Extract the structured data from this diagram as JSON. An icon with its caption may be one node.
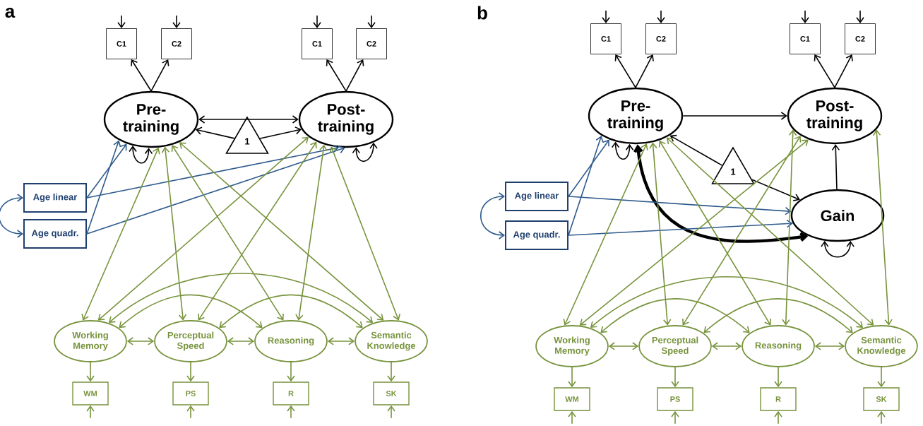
{
  "diagram": {
    "nodes": [
      {
        "text": [
          "C1"
        ]
      },
      {
        "text": [
          "C2"
        ]
      },
      {
        "text": [
          "C1"
        ]
      },
      {
        "text": [
          "C2"
        ]
      },
      {
        "text": [
          "Pre- training"
        ]
      },
      {
        "text": [
          "Post- training"
        ]
      },
      {
        "text": [
          "1"
        ]
      },
      {
        "text": [
          "Age linear"
        ]
      },
      {
        "text": [
          "Age quadr."
        ]
      },
      {
        "text": [
          "Working Memory"
        ]
      },
      {
        "text": [
          "Perceptual Speed"
        ]
      },
      {
        "text": [
          "Reasoning"
        ]
      },
      {
        "text": [
          "Semantic Knowledge"
        ]
      },
      {
        "text": [
          "WM"
        ]
      },
      {
        "text": [
          "PS"
        ]
      },
      {
        "text": [
          "R"
        ]
      },
      {
        "text": [
          "SK"
        ]
      },
      {
        "text": [
          "C1"
        ]
      },
      {
        "text": [
          "C2"
        ]
      },
      {
        "text": [
          "C1"
        ]
      },
      {
        "text": [
          "C2"
        ]
      },
      {
        "text": [
          "Pre- training"
        ]
      },
      {
        "text": [
          "Post- training"
        ]
      },
      {
        "text": [
          "1"
        ]
      },
      {
        "text": [
          "Age linear"
        ]
      },
      {
        "text": [
          "Age quadr."
        ]
      },
      {
        "text": [
          "Gain"
        ]
      },
      {
        "text": [
          "Working Memory"
        ]
      },
      {
        "text": [
          "Perceptual Speed"
        ]
      },
      {
        "text": [
          "Reasoning"
        ]
      },
      {
        "text": [
          "Semantic Knowledge"
        ]
      },
      {
        "text": [
          "WM"
        ]
      },
      {
        "text": [
          "PS"
        ]
      },
      {
        "text": [
          "R"
        ]
      },
      {
        "text": [
          "SK"
        ]
      }
    ],
    "edges": [
      {
        "from": null,
        "to": 0,
        "arrow": "to",
        "color": "#000000"
      },
      {
        "from": null,
        "to": 1,
        "arrow": "to",
        "color": "#000000"
      },
      {
        "from": null,
        "to": 2,
        "arrow": "to",
        "color": "#000000"
      },
      {
        "from": null,
        "to": 3,
        "arrow": "to",
        "color": "#000000"
      },
      {
        "from": 4,
        "to": 0,
        "arrow": "to",
        "color": "#000000"
      },
      {
        "from": 4,
        "to": 1,
        "arrow": "to",
        "color": "#000000"
      },
      {
        "from": 5,
        "to": 2,
        "arrow": "to",
        "color": "#000000"
      },
      {
        "from": 5,
        "to": 3,
        "arrow": "to",
        "color": "#000000"
      },
      {
        "from": 4,
        "to": 5,
        "arrow": "both",
        "color": "#000000"
      },
      {
        "from": 4,
        "to": 4,
        "arrow": "both",
        "color": "#000000"
      },
      {
        "from": 5,
        "to": 5,
        "arrow": "both",
        "color": "#000000"
      },
      {
        "from": 6,
        "to": 4,
        "arrow": "to",
        "color": "#000000"
      },
      {
        "from": 6,
        "to": 5,
        "arrow": "to",
        "color": "#000000"
      },
      {
        "from": 7,
        "to": 4,
        "arrow": "to",
        "color": "#2e5a8c"
      },
      {
        "from": 7,
        "to": 5,
        "arrow": "to",
        "color": "#2e5a8c"
      },
      {
        "from": 8,
        "to": 4,
        "arrow": "to",
        "color": "#2e5a8c"
      },
      {
        "from": 8,
        "to": 5,
        "arrow": "to",
        "color": "#2e5a8c"
      },
      {
        "from": 7,
        "to": 8,
        "arrow": "both",
        "color": "#2e5a8c"
      },
      {
        "from": 4,
        "to": 9,
        "arrow": "both",
        "color": "#77933c"
      },
      {
        "from": 4,
        "to": 10,
        "arrow": "both",
        "color": "#77933c"
      },
      {
        "from": 4,
        "to": 11,
        "arrow": "both",
        "color": "#77933c"
      },
      {
        "from": 4,
        "to": 12,
        "arrow": "both",
        "color": "#77933c"
      },
      {
        "from": 5,
        "to": 9,
        "arrow": "both",
        "color": "#77933c"
      },
      {
        "from": 5,
        "to": 10,
        "arrow": "both",
        "color": "#77933c"
      },
      {
        "from": 5,
        "to": 11,
        "arrow": "both",
        "color": "#77933c"
      },
      {
        "from": 5,
        "to": 12,
        "arrow": "both",
        "color": "#77933c"
      },
      {
        "from": 9,
        "to": 10,
        "arrow": "both",
        "color": "#77933c"
      },
      {
        "from": 10,
        "to": 11,
        "arrow": "both",
        "color": "#77933c"
      },
      {
        "from": 11,
        "to": 12,
        "arrow": "both",
        "color": "#77933c"
      },
      {
        "from": 9,
        "to": 11,
        "arrow": "both",
        "color": "#77933c"
      },
      {
        "from": 9,
        "to": 12,
        "arrow": "both",
        "color": "#77933c"
      },
      {
        "from": 10,
        "to": 12,
        "arrow": "both",
        "color": "#77933c"
      },
      {
        "from": 9,
        "to": 13,
        "arrow": "to",
        "color": "#77933c"
      },
      {
        "from": 10,
        "to": 14,
        "arrow": "to",
        "color": "#77933c"
      },
      {
        "from": 11,
        "to": 15,
        "arrow": "to",
        "color": "#77933c"
      },
      {
        "from": 12,
        "to": 16,
        "arrow": "to",
        "color": "#77933c"
      },
      {
        "from": null,
        "to": 13,
        "arrow": "to",
        "color": "#77933c"
      },
      {
        "from": null,
        "to": 14,
        "arrow": "to",
        "color": "#77933c"
      },
      {
        "from": null,
        "to": 15,
        "arrow": "to",
        "color": "#77933c"
      },
      {
        "from": null,
        "to": 16,
        "arrow": "to",
        "color": "#77933c"
      },
      {
        "from": null,
        "to": 17,
        "arrow": "to",
        "color": "#000000"
      },
      {
        "from": null,
        "to": 18,
        "arrow": "to",
        "color": "#000000"
      },
      {
        "from": null,
        "to": 19,
        "arrow": "to",
        "color": "#000000"
      },
      {
        "from": null,
        "to": 20,
        "arrow": "to",
        "color": "#000000"
      },
      {
        "from": 21,
        "to": 17,
        "arrow": "to",
        "color": "#000000"
      },
      {
        "from": 21,
        "to": 18,
        "arrow": "to",
        "color": "#000000"
      },
      {
        "from": 22,
        "to": 19,
        "arrow": "to",
        "color": "#000000"
      },
      {
        "from": 22,
        "to": 20,
        "arrow": "to",
        "color": "#000000"
      },
      {
        "from": 21,
        "to": 22,
        "arrow": "to",
        "color": "#000000"
      },
      {
        "from": 26,
        "to": 22,
        "arrow": "to",
        "color": "#000000"
      },
      {
        "from": 21,
        "to": 26,
        "arrow": "both",
        "style": "thick",
        "color": "#000000"
      },
      {
        "from": 21,
        "to": 21,
        "arrow": "both",
        "color": "#000000"
      },
      {
        "from": 26,
        "to": 26,
        "arrow": "both",
        "color": "#000000"
      },
      {
        "from": 23,
        "to": 21,
        "arrow": "to",
        "color": "#000000"
      },
      {
        "from": 23,
        "to": 26,
        "arrow": "to",
        "color": "#000000"
      },
      {
        "from": 24,
        "to": 21,
        "arrow": "to",
        "color": "#2e5a8c"
      },
      {
        "from": 24,
        "to": 26,
        "arrow": "to",
        "color": "#2e5a8c"
      },
      {
        "from": 25,
        "to": 21,
        "arrow": "to",
        "color": "#2e5a8c"
      },
      {
        "from": 25,
        "to": 26,
        "arrow": "to",
        "color": "#2e5a8c"
      },
      {
        "from": 24,
        "to": 25,
        "arrow": "both",
        "color": "#2e5a8c"
      },
      {
        "from": 21,
        "to": 27,
        "arrow": "both",
        "color": "#77933c"
      },
      {
        "from": 21,
        "to": 28,
        "arrow": "both",
        "color": "#77933c"
      },
      {
        "from": 21,
        "to": 29,
        "arrow": "both",
        "color": "#77933c"
      },
      {
        "from": 21,
        "to": 30,
        "arrow": "both",
        "color": "#77933c"
      },
      {
        "from": 22,
        "to": 27,
        "arrow": "both",
        "color": "#77933c"
      },
      {
        "from": 22,
        "to": 28,
        "arrow": "both",
        "color": "#77933c"
      },
      {
        "from": 22,
        "to": 29,
        "arrow": "both",
        "color": "#77933c"
      },
      {
        "from": 22,
        "to": 30,
        "arrow": "both",
        "color": "#77933c"
      },
      {
        "from": 27,
        "to": 28,
        "arrow": "both",
        "color": "#77933c"
      },
      {
        "from": 28,
        "to": 29,
        "arrow": "both",
        "color": "#77933c"
      },
      {
        "from": 29,
        "to": 30,
        "arrow": "both",
        "color": "#77933c"
      },
      {
        "from": 27,
        "to": 29,
        "arrow": "both",
        "color": "#77933c"
      },
      {
        "from": 27,
        "to": 30,
        "arrow": "both",
        "color": "#77933c"
      },
      {
        "from": 28,
        "to": 30,
        "arrow": "both",
        "color": "#77933c"
      },
      {
        "from": 27,
        "to": 31,
        "arrow": "to",
        "color": "#77933c"
      },
      {
        "from": 28,
        "to": 32,
        "arrow": "to",
        "color": "#77933c"
      },
      {
        "from": 29,
        "to": 33,
        "arrow": "to",
        "color": "#77933c"
      },
      {
        "from": 30,
        "to": 34,
        "arrow": "to",
        "color": "#77933c"
      },
      {
        "from": null,
        "to": 31,
        "arrow": "to",
        "color": "#77933c"
      },
      {
        "from": null,
        "to": 32,
        "arrow": "to",
        "color": "#77933c"
      },
      {
        "from": null,
        "to": 33,
        "arrow": "to",
        "color": "#77933c"
      },
      {
        "from": null,
        "to": 34,
        "arrow": "to",
        "color": "#77933c"
      }
    ],
    "labels": [
      "a",
      "b"
    ]
  }
}
